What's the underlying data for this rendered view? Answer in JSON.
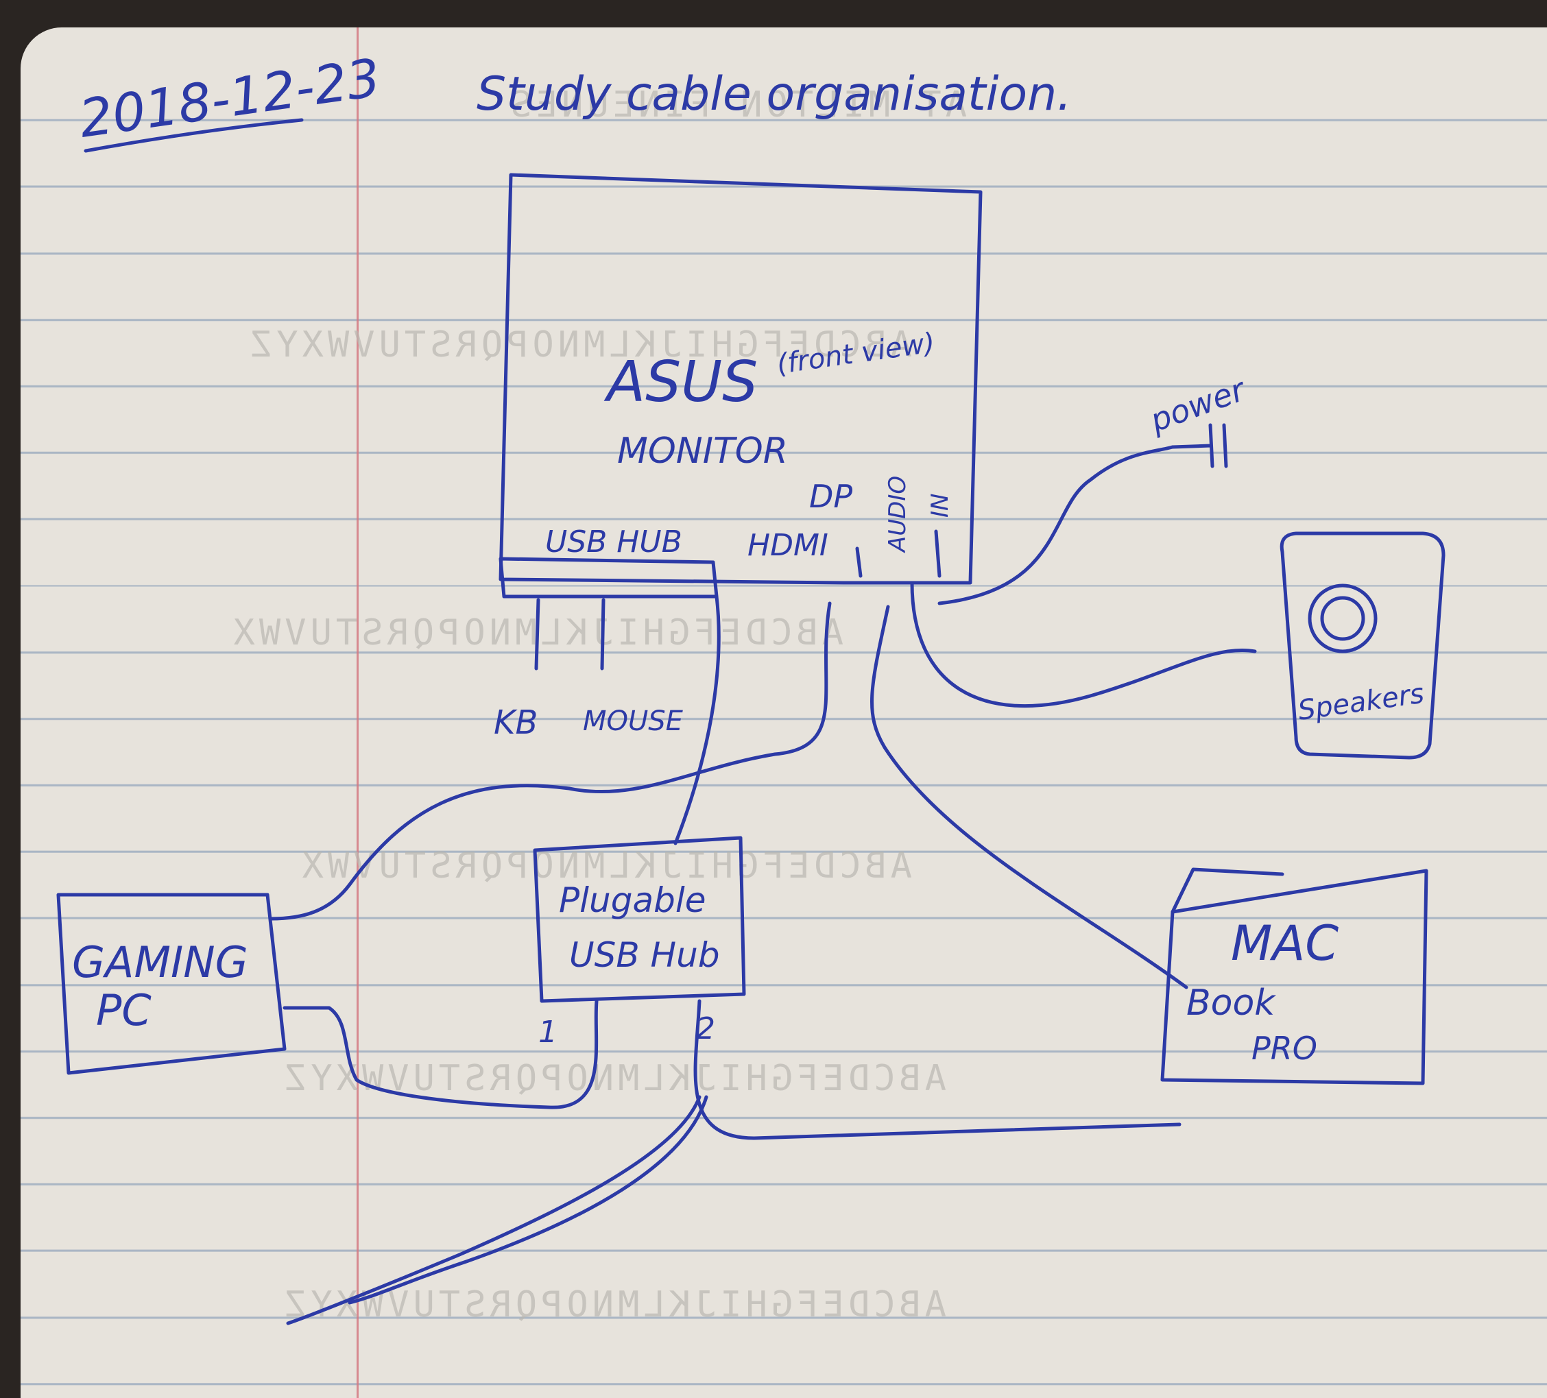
{
  "header": {
    "date": "2018-12-23",
    "title": "Study cable organisation."
  },
  "devices": {
    "monitor": {
      "name": "ASUS",
      "type": "MONITOR",
      "view_note": "(front view)",
      "ports": {
        "usb_hub": "USB HUB",
        "hdmi": "HDMI",
        "dp": "DP",
        "audio": "AUDIO",
        "in": "IN"
      }
    },
    "gaming_pc": {
      "line1": "GAMING",
      "line2": "PC"
    },
    "hub": {
      "line1": "Plugable",
      "line2": "USB Hub",
      "port1": "1",
      "port2": "2"
    },
    "macbook": {
      "line1": "MAC",
      "line2": "Book",
      "line3": "PRO"
    },
    "speakers": {
      "label": "Speakers"
    }
  },
  "labels": {
    "keyboard": "KB",
    "mouse": "MOUSE",
    "power": "power"
  },
  "colors": {
    "ink": "#2c3aa6",
    "paper": "#e7e3dc",
    "ruled_line": "#aab6c4",
    "margin_line": "#d47a83"
  }
}
